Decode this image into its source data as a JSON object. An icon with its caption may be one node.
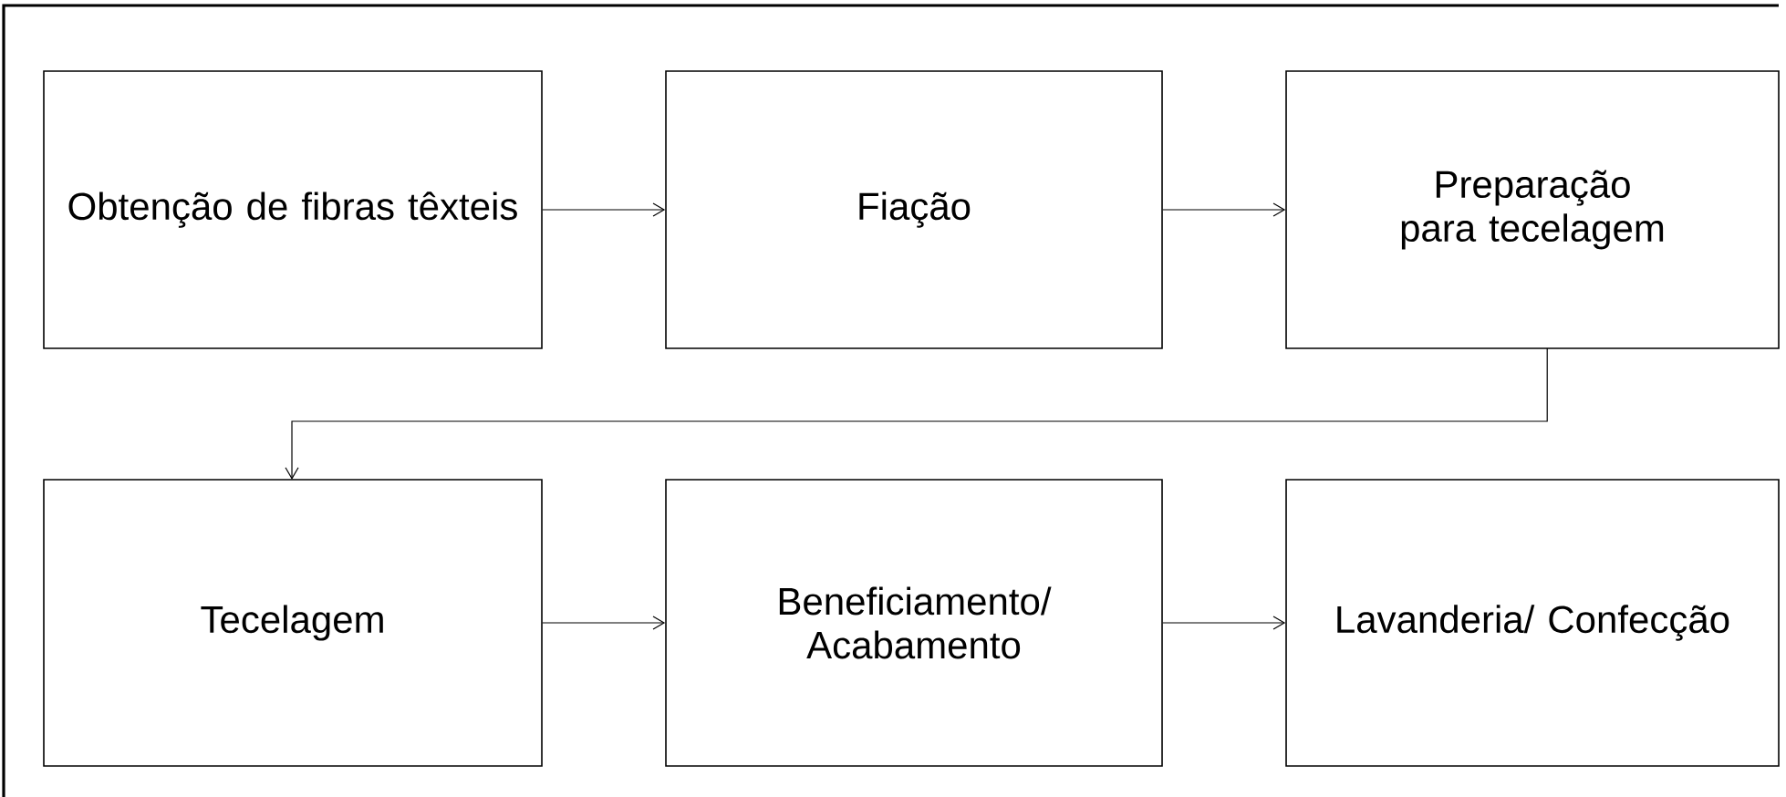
{
  "diagram": {
    "nodes": [
      {
        "text": [
          "Obtenção de fibras têxteis"
        ]
      },
      {
        "text": [
          "Fiação"
        ]
      },
      {
        "text": [
          "Preparação para tecelagem"
        ]
      },
      {
        "text": [
          "Tecelagem"
        ]
      },
      {
        "text": [
          "Beneficiamento/ Acabamento"
        ]
      },
      {
        "text": [
          "Lavanderia/ Confecção"
        ]
      }
    ],
    "edges": [
      {
        "from": 0,
        "to": 1,
        "arrow": "to"
      },
      {
        "from": 1,
        "to": 2,
        "arrow": "to"
      },
      {
        "from": 2,
        "to": 3,
        "arrow": "to"
      },
      {
        "from": 3,
        "to": 4,
        "arrow": "to"
      },
      {
        "from": 4,
        "to": 5,
        "arrow": "to"
      }
    ]
  }
}
